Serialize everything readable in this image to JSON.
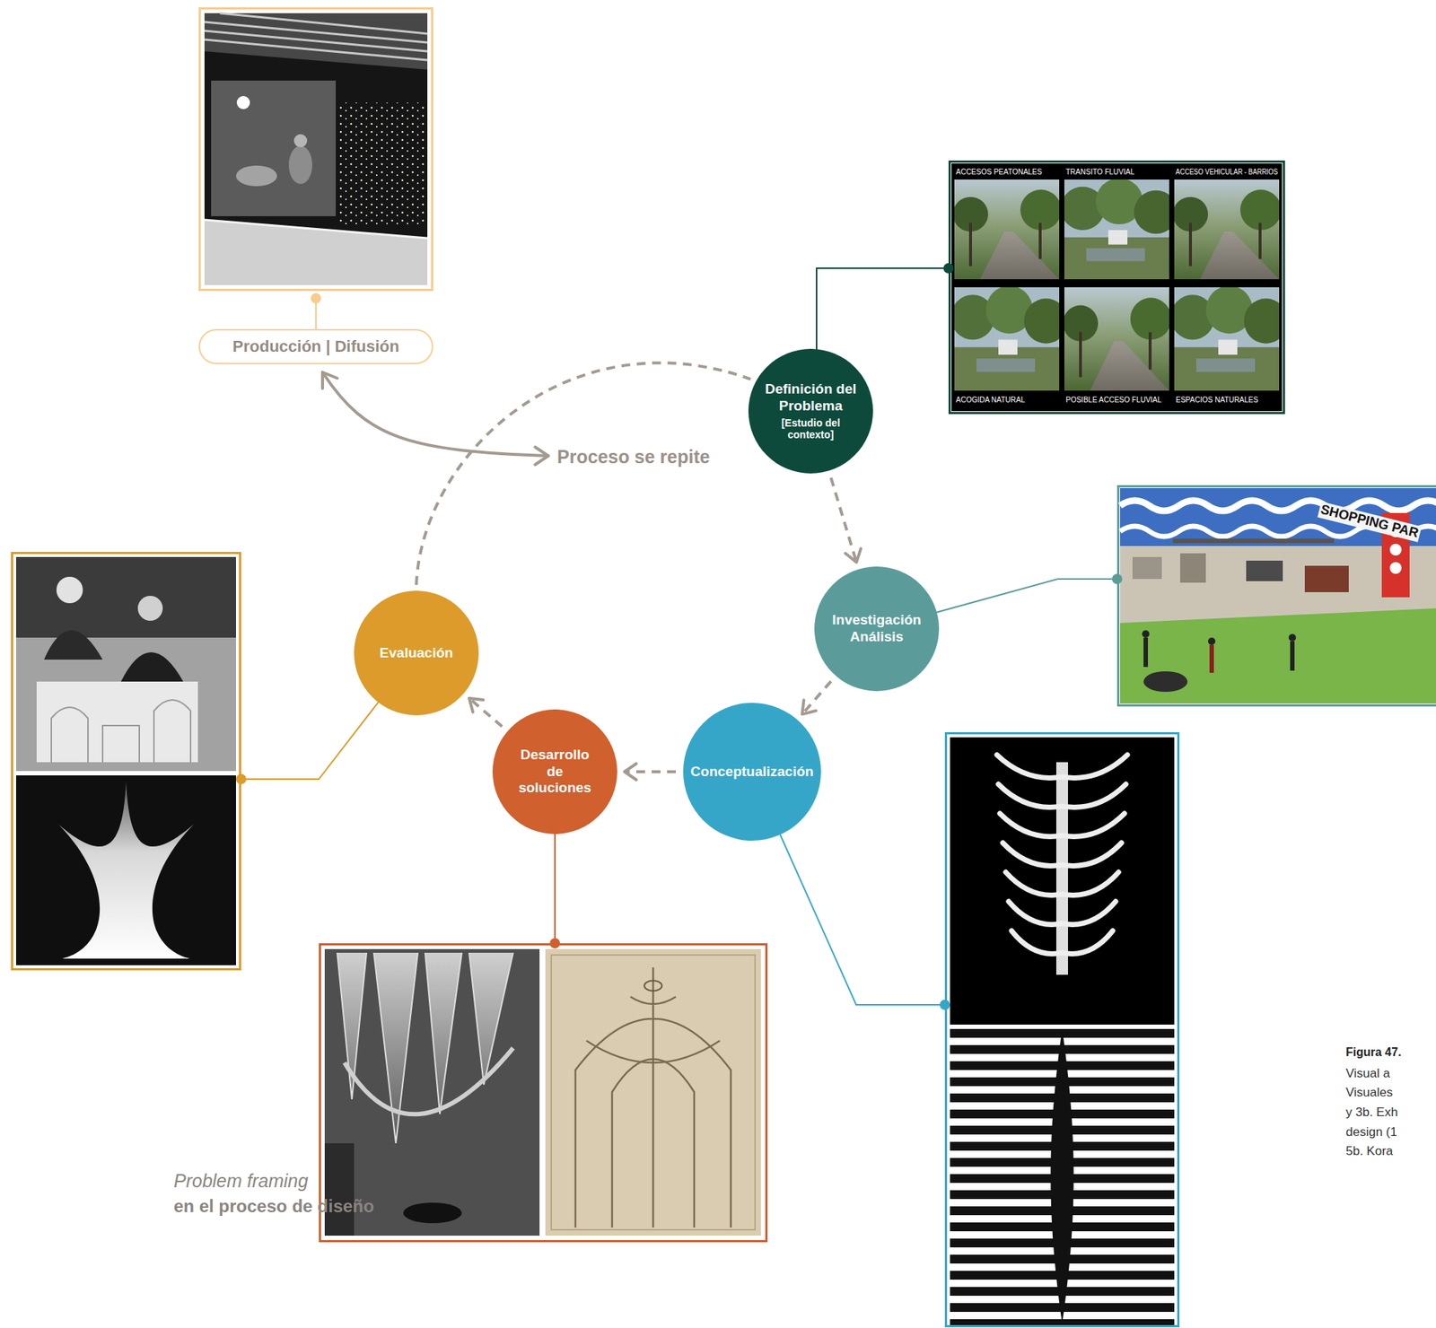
{
  "diagram": {
    "title": "Problem framing",
    "caption": "Figura 47.",
    "nodes": [
      {
        "text": [
          "Producción | Difusión"
        ]
      },
      {
        "text": [
          "Definición del Problema",
          "[Estudio del contexto]"
        ]
      },
      {
        "text": [
          "Investigación Análisis"
        ]
      },
      {
        "text": [
          "Conceptualización"
        ]
      },
      {
        "text": [
          "Desarrollo de soluciones"
        ]
      },
      {
        "text": [
          "Evaluación"
        ]
      }
    ],
    "edges": [
      {
        "from": 1,
        "to": 2,
        "arrow": "to"
      },
      {
        "from": 2,
        "to": 3,
        "arrow": "to"
      },
      {
        "from": 3,
        "to": 4,
        "arrow": "to"
      },
      {
        "from": 4,
        "to": 5,
        "arrow": "to"
      },
      {
        "from": 5,
        "to": 1,
        "arrow": "none"
      }
    ],
    "labels": [
      "Proceso se repite",
      "ACCESOS PEATONALES",
      "TRANSITO FLUVIAL",
      "ACCESO VEHICULAR - BARRIOS",
      "ACOGIDA NATURAL",
      "POSIBLE ACCESO FLUVIAL",
      "ESPACIOS NATURALES",
      "SHOPPING PAR",
      "en el proceso de diseño",
      "Visual a",
      "Visuales",
      "y 3b. Exh",
      "design (1",
      "5b. Kora"
    ]
  }
}
